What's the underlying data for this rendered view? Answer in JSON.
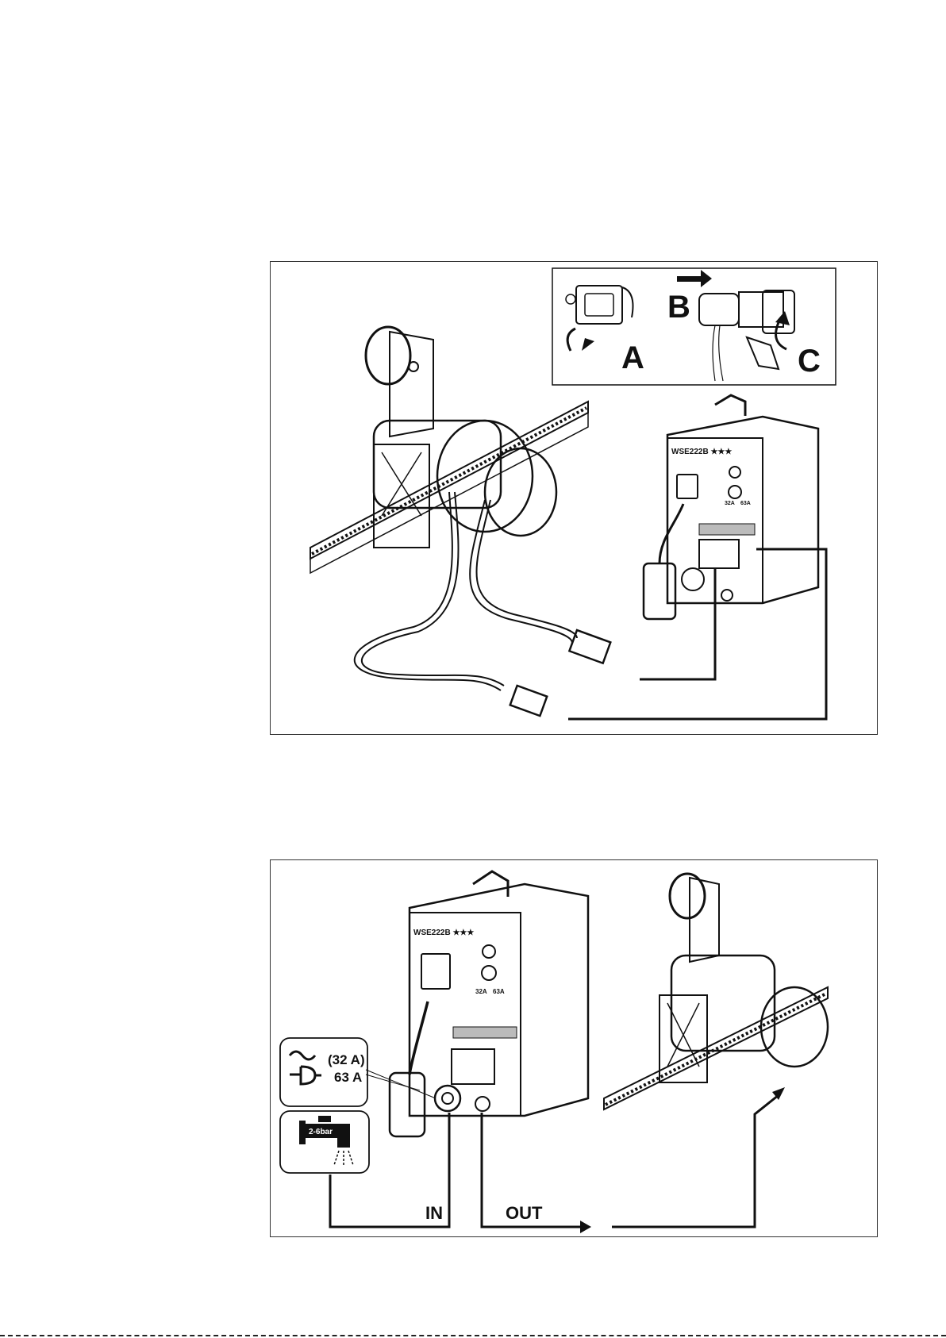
{
  "figure_top": {
    "step_labels": [
      "A",
      "B",
      "C"
    ],
    "control_unit_model": "WSE222B ★★★",
    "unit_ratings": [
      "32A",
      "63A"
    ]
  },
  "figure_bottom": {
    "control_unit_model": "WSE222B ★★★",
    "power_box": {
      "line1": "(32 A)",
      "line2": "63 A"
    },
    "water_box": {
      "pressure": "2-6bar"
    },
    "port_labels": {
      "in": "IN",
      "out": "OUT"
    },
    "unit_ratings": [
      "32A",
      "63A"
    ]
  },
  "icons": [
    "ac-power-plug-icon",
    "water-tap-icon",
    "arrow-right-icon",
    "arrow-curved-icon"
  ],
  "colors": {
    "line": "#111111",
    "panel_border": "#333333",
    "background": "#ffffff"
  }
}
